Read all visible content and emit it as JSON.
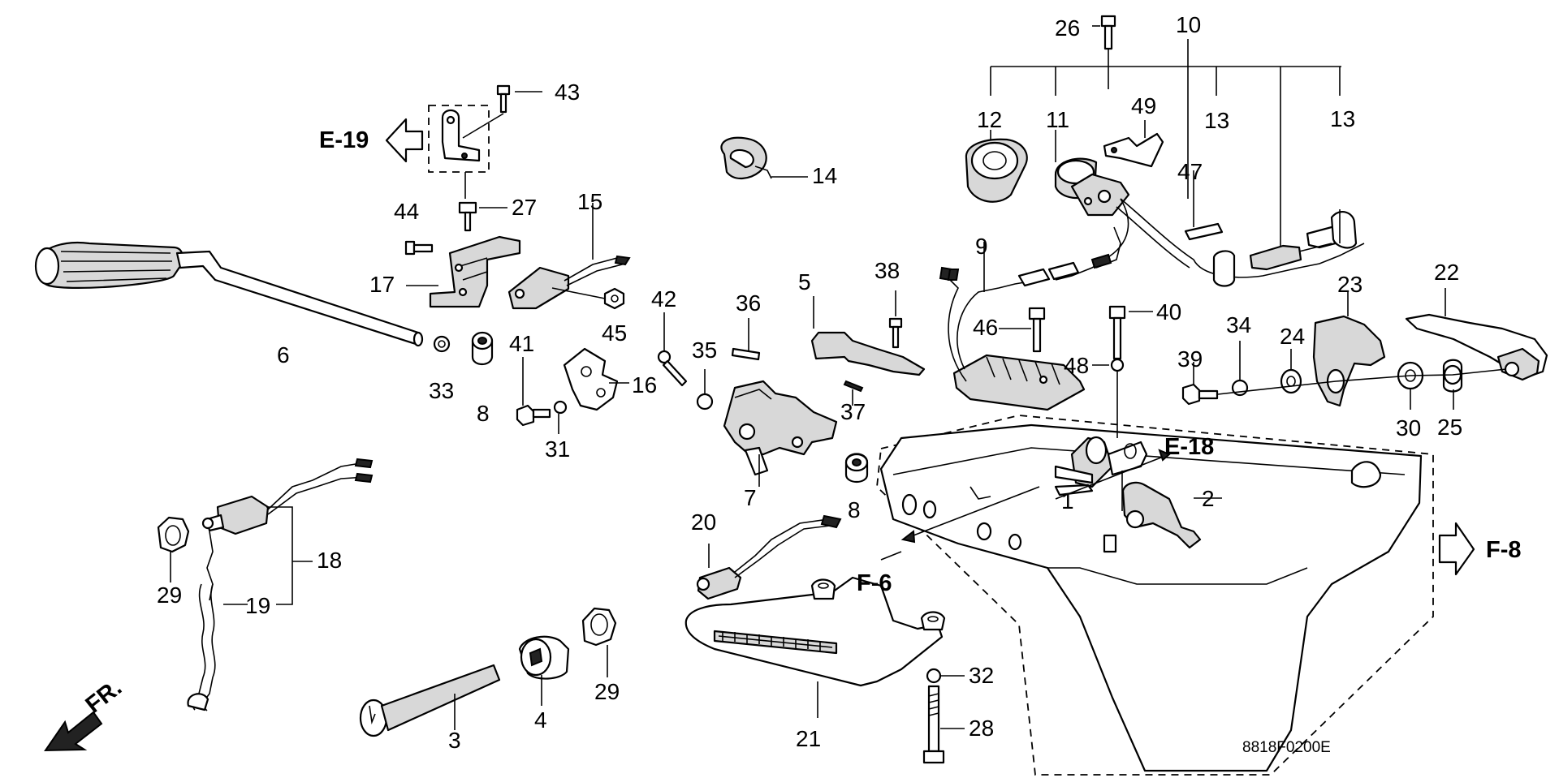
{
  "diagram": {
    "code": "8818F0200E",
    "orientation_label": "FR.",
    "references": {
      "e19": "E-19",
      "e18": "E-18",
      "f6": "F-6",
      "f8": "F-8"
    },
    "callouts": {
      "c1": "1",
      "c2": "2",
      "c3": "3",
      "c4": "4",
      "c5": "5",
      "c6": "6",
      "c7": "7",
      "c8a": "8",
      "c8b": "8",
      "c9": "9",
      "c10": "10",
      "c11": "11",
      "c12": "12",
      "c13a": "13",
      "c13b": "13",
      "c14": "14",
      "c15": "15",
      "c16": "16",
      "c17": "17",
      "c18": "18",
      "c19": "19",
      "c20": "20",
      "c21": "21",
      "c22": "22",
      "c23": "23",
      "c24": "24",
      "c25": "25",
      "c26": "26",
      "c27": "27",
      "c28": "28",
      "c29a": "29",
      "c29b": "29",
      "c30": "30",
      "c31": "31",
      "c32": "32",
      "c33": "33",
      "c34": "34",
      "c35": "35",
      "c36": "36",
      "c37": "37",
      "c38": "38",
      "c39": "39",
      "c40": "40",
      "c41": "41",
      "c42": "42",
      "c43": "43",
      "c44": "44",
      "c45": "45",
      "c46": "46",
      "c47": "47",
      "c48": "48",
      "c49": "49"
    }
  }
}
